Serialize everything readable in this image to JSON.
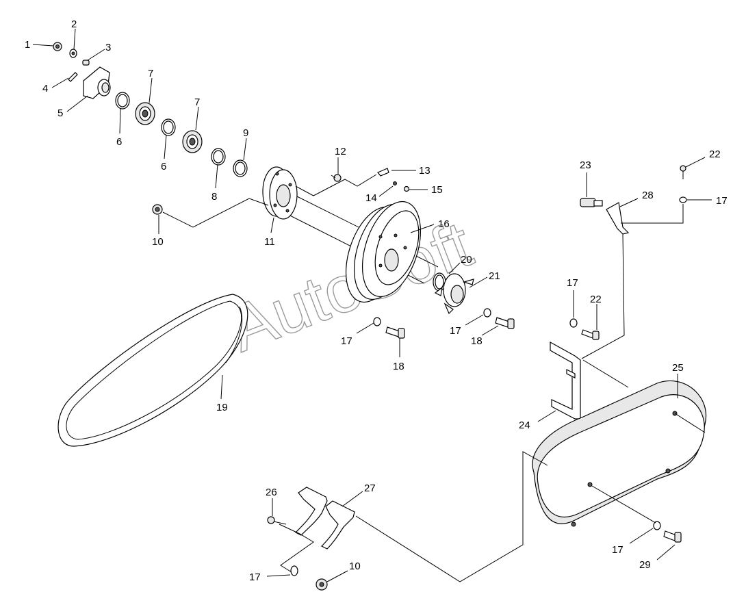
{
  "watermark": "AutoSoft",
  "callouts": [
    "1",
    "2",
    "3",
    "4",
    "5",
    "6",
    "7",
    "7",
    "6",
    "8",
    "9",
    "12",
    "13",
    "14",
    "15",
    "10",
    "11",
    "16",
    "20",
    "21",
    "17",
    "18",
    "17",
    "18",
    "19",
    "23",
    "28",
    "22",
    "17",
    "17",
    "22",
    "24",
    "25",
    "26",
    "27",
    "17",
    "10",
    "17",
    "29"
  ]
}
